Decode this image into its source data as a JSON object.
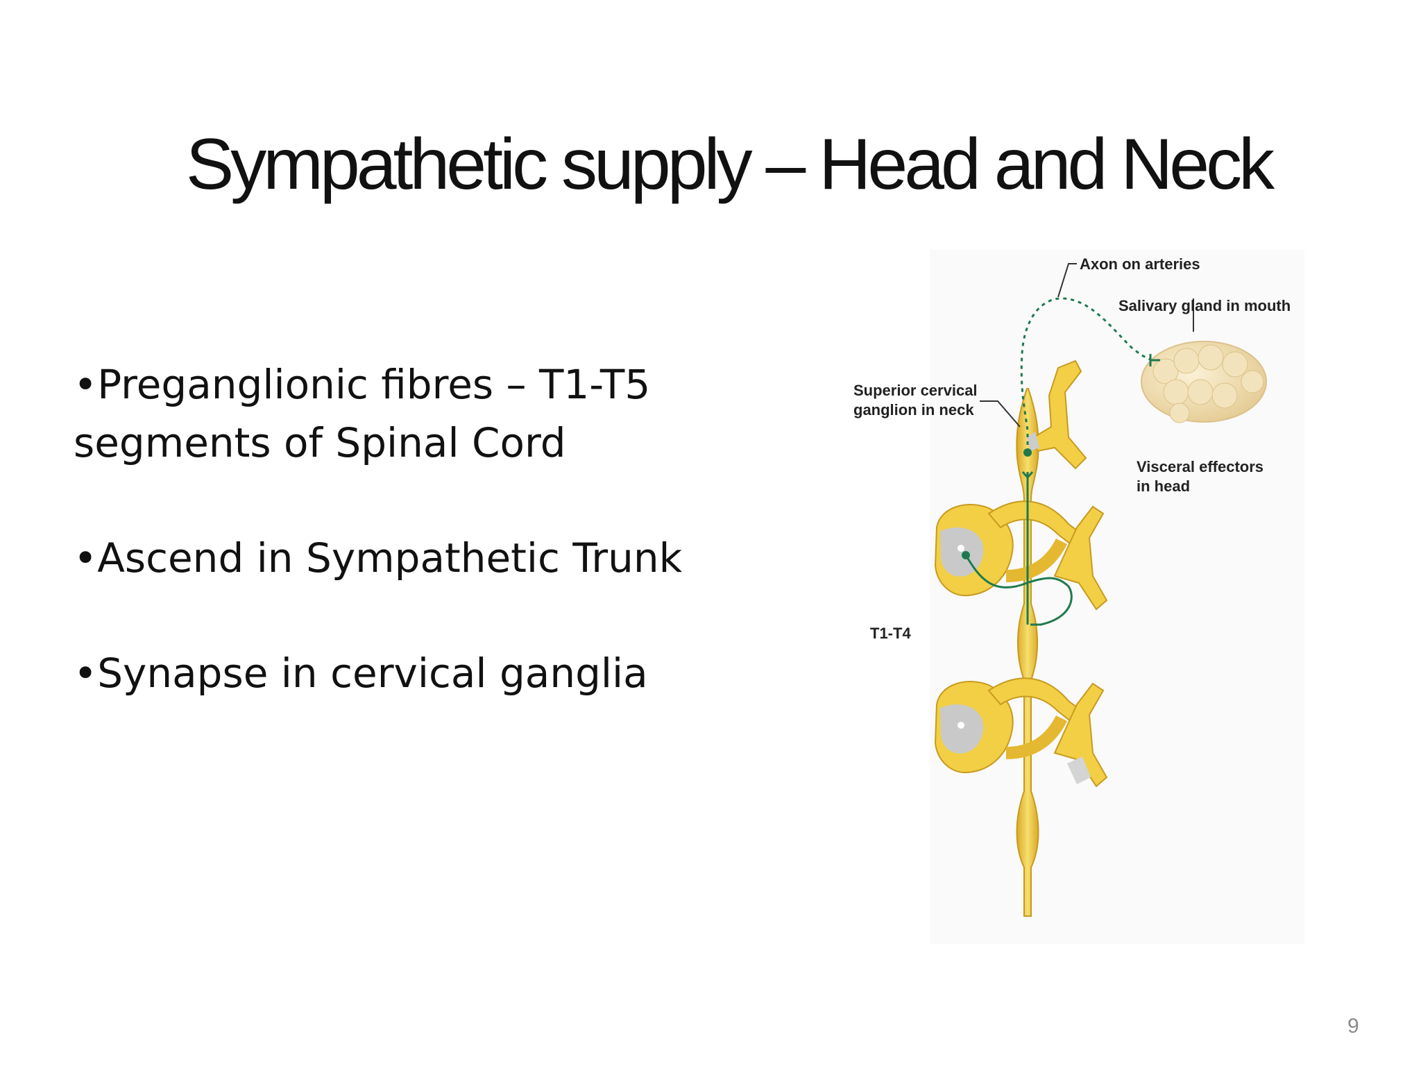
{
  "slide": {
    "title": "Sympathetic supply – Head and Neck",
    "bullets": [
      {
        "lines": [
          "•Preganglionic fibres – T1-T5",
          "segments of Spinal Cord"
        ]
      },
      {
        "lines": [
          "•Ascend in Sympathetic Trunk"
        ]
      },
      {
        "lines": [
          "•Synapse in cervical ganglia"
        ]
      }
    ],
    "page_number": "9"
  },
  "figure": {
    "labels": {
      "axon_on_arteries": "Axon on arteries",
      "salivary_gland": "Salivary gland in mouth",
      "superior_ganglion_line1": "Superior cervical",
      "superior_ganglion_line2": "ganglion in neck",
      "visceral_effectors_line1": "Visceral effectors",
      "visceral_effectors_line2": "in head",
      "segment_range": "T1-T4"
    },
    "colors": {
      "nerve_yellow": "#f0c93a",
      "nerve_light": "#f7e27a",
      "spinal_gray": "#c8c8c8",
      "axon_green": "#1e7a4e",
      "gland": "#f1dfb4"
    }
  }
}
